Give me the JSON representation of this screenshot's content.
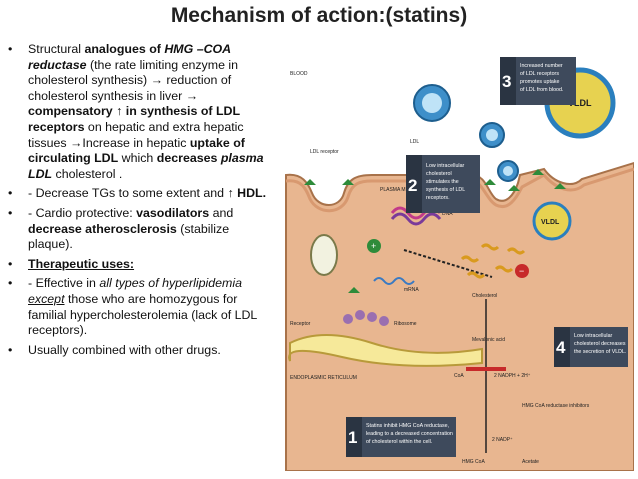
{
  "title": "Mechanism of action:(statins)",
  "bullets": {
    "b1": {
      "t1": "Structural ",
      "t2": "analogues of ",
      "t3": "HMG –COA reductase",
      "t4": " (the rate limiting enzyme in cholesterol synthesis) → reduction of cholesterol synthesis in liver → ",
      "t5": "compensatory ↑  in synthesis of LDL receptors",
      "t6": " on hepatic and extra hepatic tissues →Increase in hepatic ",
      "t7": "uptake of circulating LDL",
      "t8": " which ",
      "t9": "decreases ",
      "t10": "plasma LDL",
      "t11": " cholesterol ."
    },
    "b2": {
      "t1": "- Decrease TGs to some extent and ",
      "t2": "↑ HDL."
    },
    "b3": {
      "t1": "- Cardio protective: ",
      "t2": "vasodilators",
      "t3": " and ",
      "t4": "decrease atherosclerosis",
      "t5": " (stabilize plaque)."
    },
    "b4": {
      "t1": "Therapeutic uses:"
    },
    "b5": {
      "t1": "- Effective in ",
      "t2": "all types of hyperlipidemia ",
      "t3": "except",
      "t4": " those who are homozygous for familial hypercholesterolemia (lack of LDL receptors)."
    },
    "b6": {
      "t1": "Usually combined with other drugs."
    }
  },
  "diagram": {
    "blood": "BLOOD",
    "ldl": "LDL",
    "ldl_receptor": "LDL receptor",
    "plasma_membrane": "PLASMA MEMBRANE",
    "vldl_top": "VLDL",
    "vldl_mid": "VLDL",
    "dna": "DNA",
    "mrna": "mRNA",
    "receptor": "Receptor",
    "ribosome": "Ribosome",
    "cholesterol": "Cholesterol",
    "mevalonic_acid": "Mevalonic acid",
    "coa": "CoA",
    "nadph_in": "2 NADPH + 2H⁺",
    "nadp_out": "2 NADP⁺",
    "hmg_inhibitors": "HMG CoA reductase inhibitors",
    "er": "ENDOPLASMIC RETICULUM",
    "hmg_coa": "HMG CoA",
    "acetate": "Acetate",
    "box1_num": "1",
    "box1": [
      "Statins inhibit HMG CoA reductase,",
      "leading to a decreased concentration",
      "of cholesterol within the cell."
    ],
    "box2_num": "2",
    "box2": [
      "Low intracellular",
      "cholesterol",
      "stimulates the",
      "synthesis of LDL",
      "receptors."
    ],
    "box3_num": "3",
    "box3": [
      "Increased number",
      "of LDL receptors",
      "promotes uptake",
      "of LDL from blood."
    ],
    "box4_num": "4",
    "box4": [
      "Low intracellular",
      "cholesterol decreases",
      "the secretion of VLDL."
    ],
    "plus": "+",
    "minus": "−"
  }
}
